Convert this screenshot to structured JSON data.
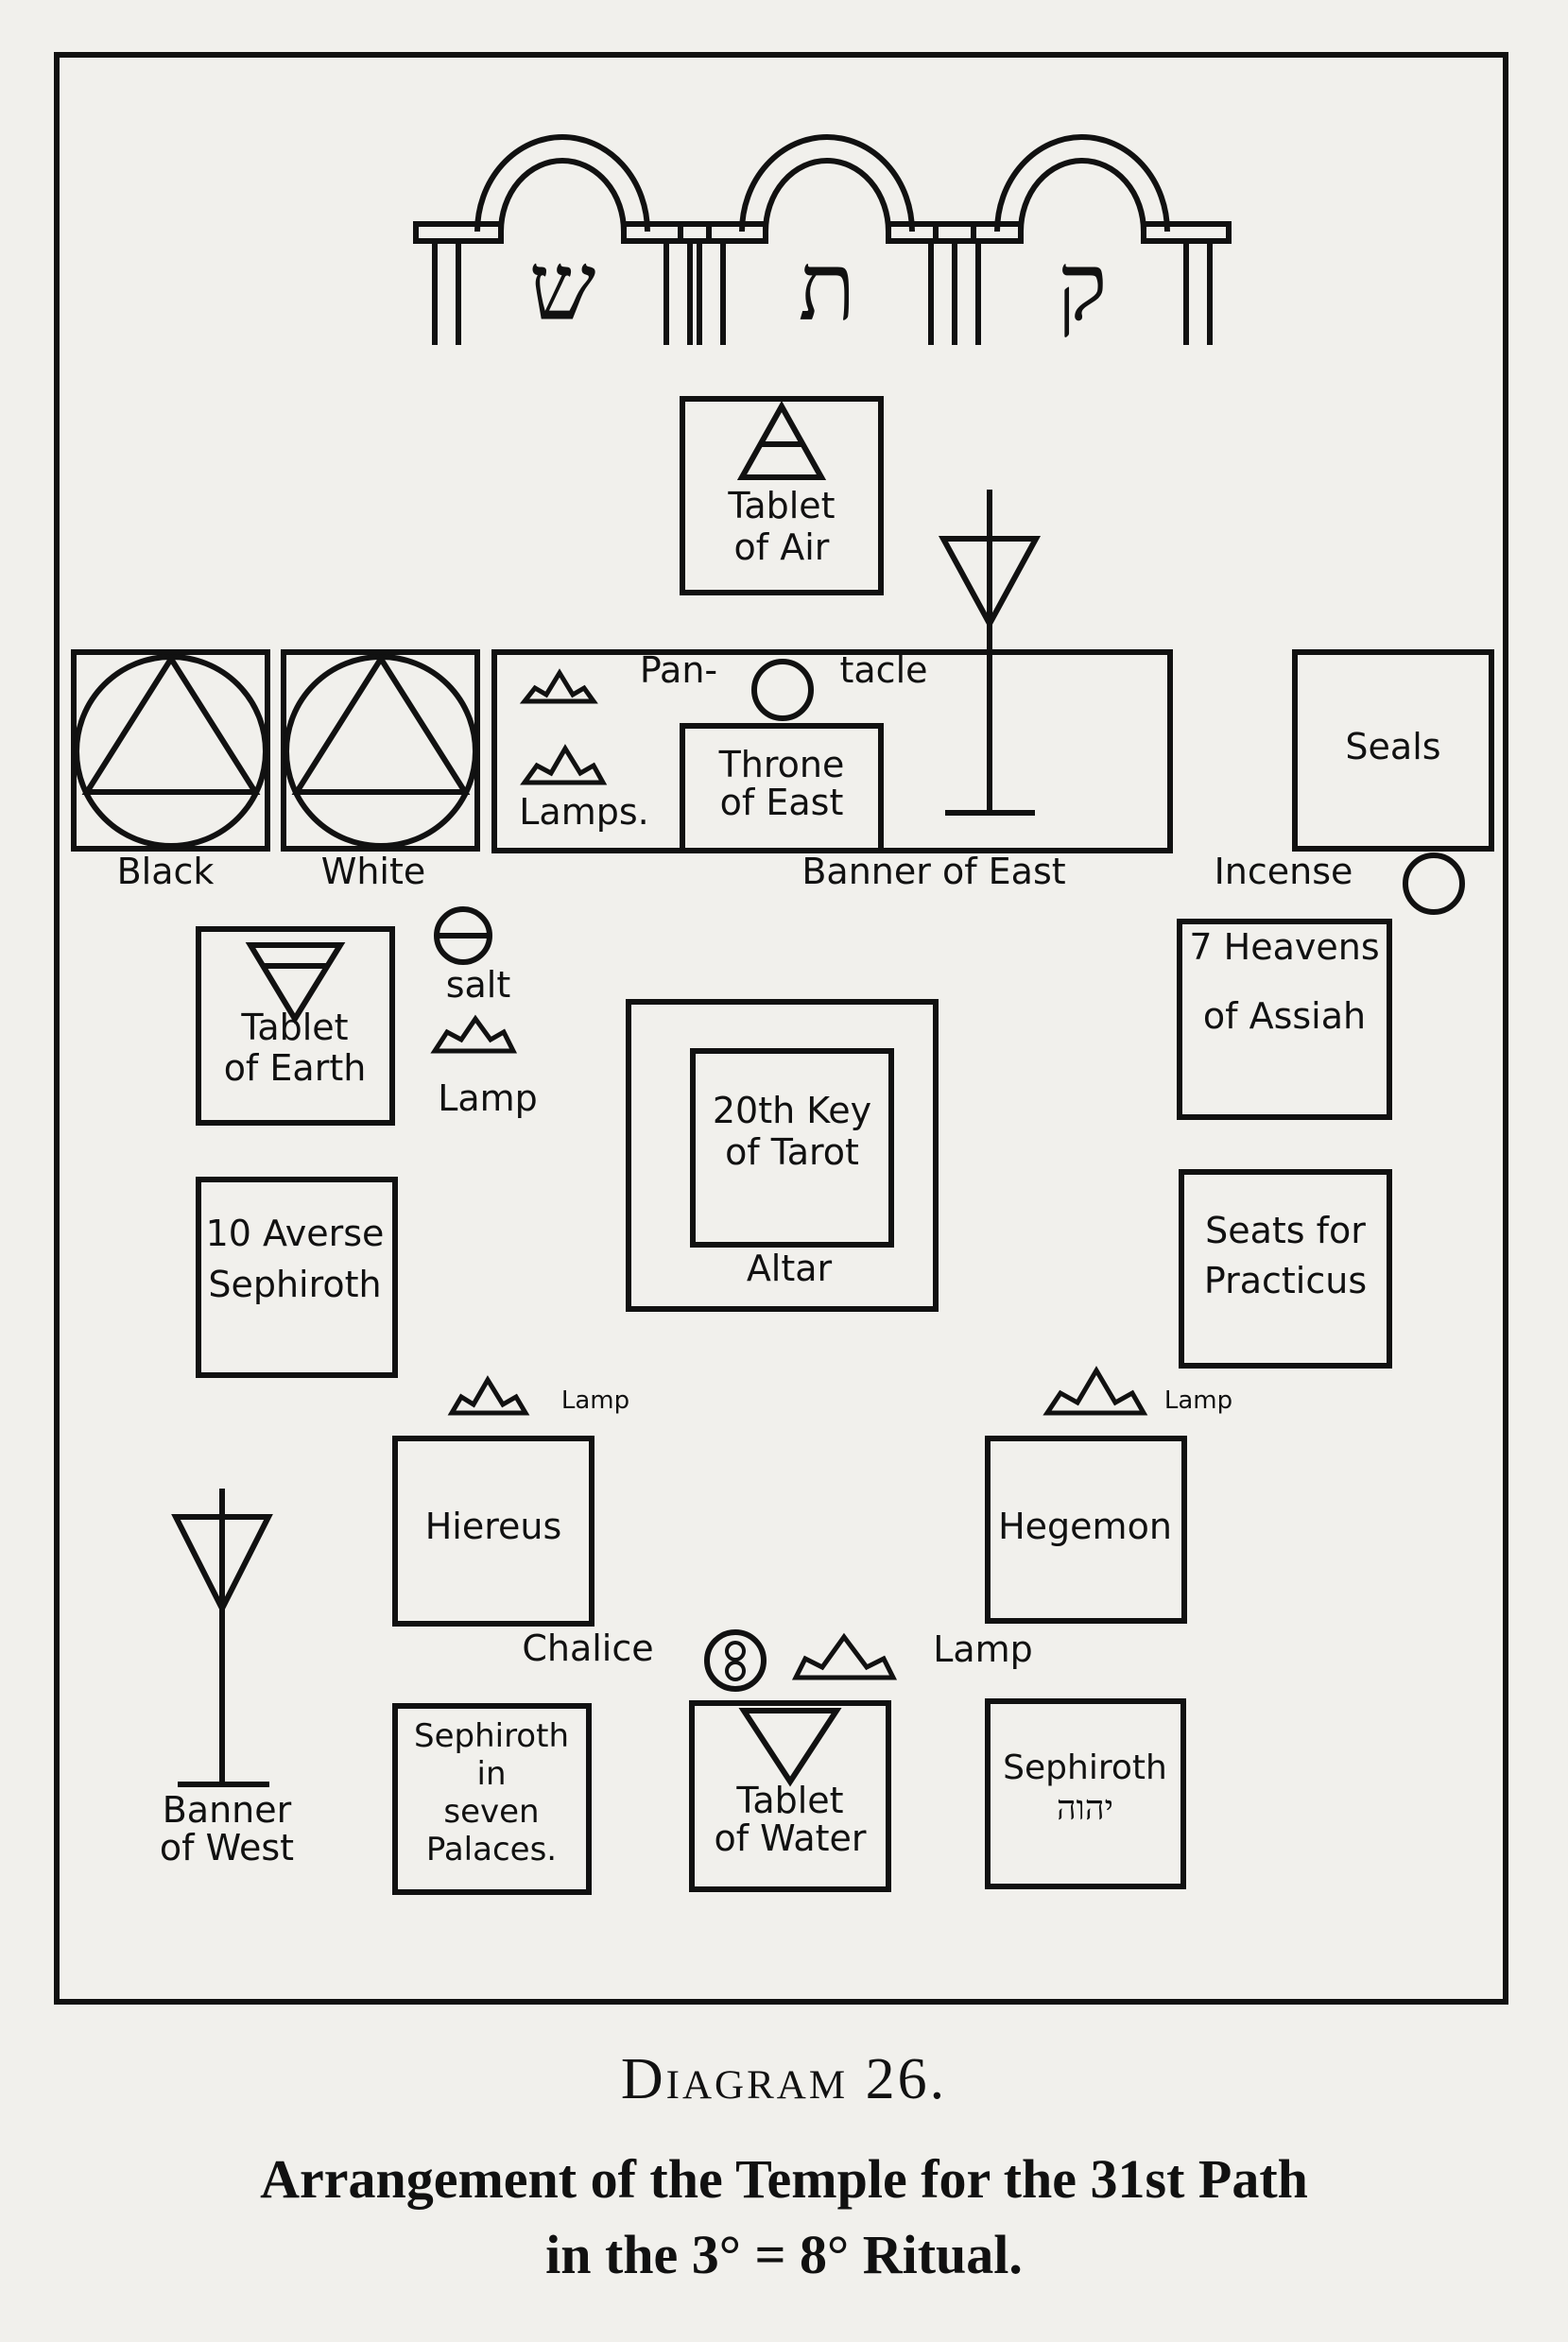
{
  "hebrew": {
    "shin": "ש",
    "tav": "ת",
    "qoph": "ק",
    "yhvh": "יהוה"
  },
  "labels": {
    "tablet_air_1": "Tablet",
    "tablet_air_2": "of Air",
    "pantacle_1": "Pan-",
    "pantacle_2": "tacle",
    "lamps": "Lamps.",
    "throne_1": "Throne",
    "throne_2": "of East",
    "black": "Black",
    "white": "White",
    "banner_east": "Banner of East",
    "seals": "Seals",
    "incense": "Incense",
    "tablet_earth_1": "Tablet",
    "tablet_earth_2": "of Earth",
    "salt": "salt",
    "lamp": "Lamp",
    "heavens_1": "7 Heavens",
    "heavens_2": "of Assiah",
    "key_1": "20th Key",
    "key_2": "of Tarot",
    "altar": "Altar",
    "averse_1": "10 Averse",
    "averse_2": "Sephiroth",
    "seats_1": "Seats for",
    "seats_2": "Practicus",
    "lamp_small": "Lamp",
    "hiereus": "Hiereus",
    "hegemon": "Hegemon",
    "chalice": "Chalice",
    "banner_west_1": "Banner",
    "banner_west_2": "of West",
    "palaces_1": "Sephiroth",
    "palaces_2": "in",
    "palaces_3": "seven",
    "palaces_4": "Palaces.",
    "water_1": "Tablet",
    "water_2": "of Water",
    "sephiroth_yhvh": "Sephiroth"
  },
  "caption": {
    "title": "Diagram 26.",
    "line1": "Arrangement of the Temple for the 31st Path",
    "line2": "in the 3° = 8° Ritual."
  },
  "colors": {
    "ink": "#111111",
    "paper": "#f1f0ec"
  }
}
